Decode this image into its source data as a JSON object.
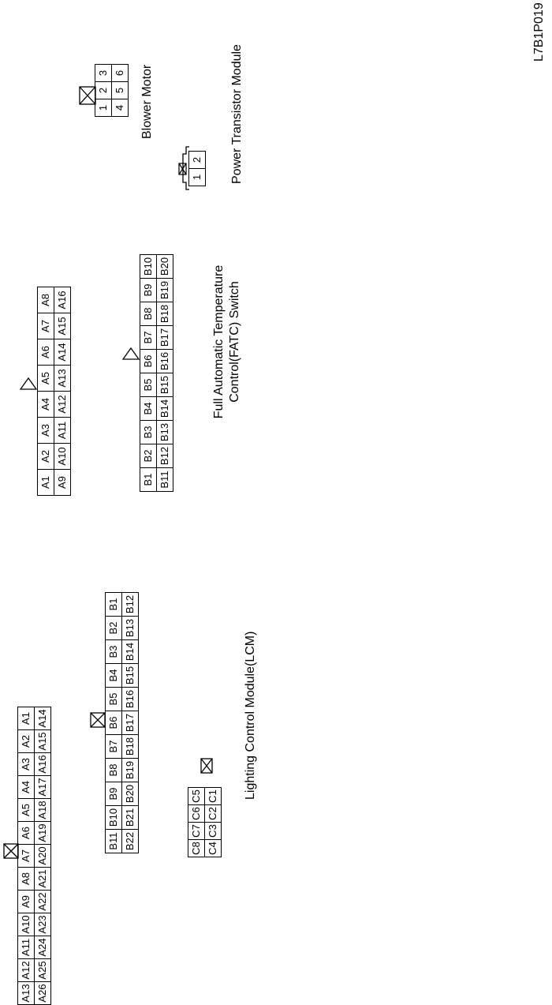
{
  "figure_id": "L7B1P019",
  "connectors": {
    "lcm_a": {
      "row1": [
        "A13",
        "A12",
        "A11",
        "A10",
        "A9",
        "A8",
        "A7",
        "A6",
        "A5",
        "A4",
        "A3",
        "A2",
        "A1"
      ],
      "row2": [
        "A26",
        "A25",
        "A24",
        "A23",
        "A22",
        "A21",
        "A20",
        "A19",
        "A18",
        "A17",
        "A16",
        "A15",
        "A14"
      ]
    },
    "lcm_b": {
      "row1": [
        "B11",
        "B10",
        "B9",
        "B8",
        "B7",
        "B6",
        "B5",
        "B4",
        "B3",
        "B2",
        "B1"
      ],
      "row2": [
        "B22",
        "B21",
        "B20",
        "B19",
        "B18",
        "B17",
        "B16",
        "B15",
        "B14",
        "B13",
        "B12"
      ]
    },
    "lcm_c": {
      "row1": [
        "C8",
        "C7",
        "C6",
        "C5"
      ],
      "row2": [
        "C4",
        "C3",
        "C2",
        "C1"
      ]
    },
    "fatc_a": {
      "row1": [
        "A1",
        "A2",
        "A3",
        "A4",
        "A5",
        "A6",
        "A7",
        "A8"
      ],
      "row2": [
        "A9",
        "A10",
        "A11",
        "A12",
        "A13",
        "A14",
        "A15",
        "A16"
      ]
    },
    "fatc_b": {
      "row1": [
        "B1",
        "B2",
        "B3",
        "B4",
        "B5",
        "B6",
        "B7",
        "B8",
        "B9",
        "B10"
      ],
      "row2": [
        "B11",
        "B12",
        "B13",
        "B14",
        "B15",
        "B16",
        "B17",
        "B18",
        "B19",
        "B20"
      ]
    },
    "blower": {
      "row1": [
        "1",
        "2",
        "3"
      ],
      "row2": [
        "4",
        "5",
        "6"
      ]
    },
    "power_transistor": {
      "row1": [
        "1",
        "2"
      ]
    }
  },
  "labels": {
    "lcm": "Lighting Control Module(LCM)",
    "fatc_line1": "Full Automatic Temperature",
    "fatc_line2": "Control(FATC) Switch",
    "blower": "Blower Motor",
    "power_transistor": "Power Transistor Module"
  }
}
